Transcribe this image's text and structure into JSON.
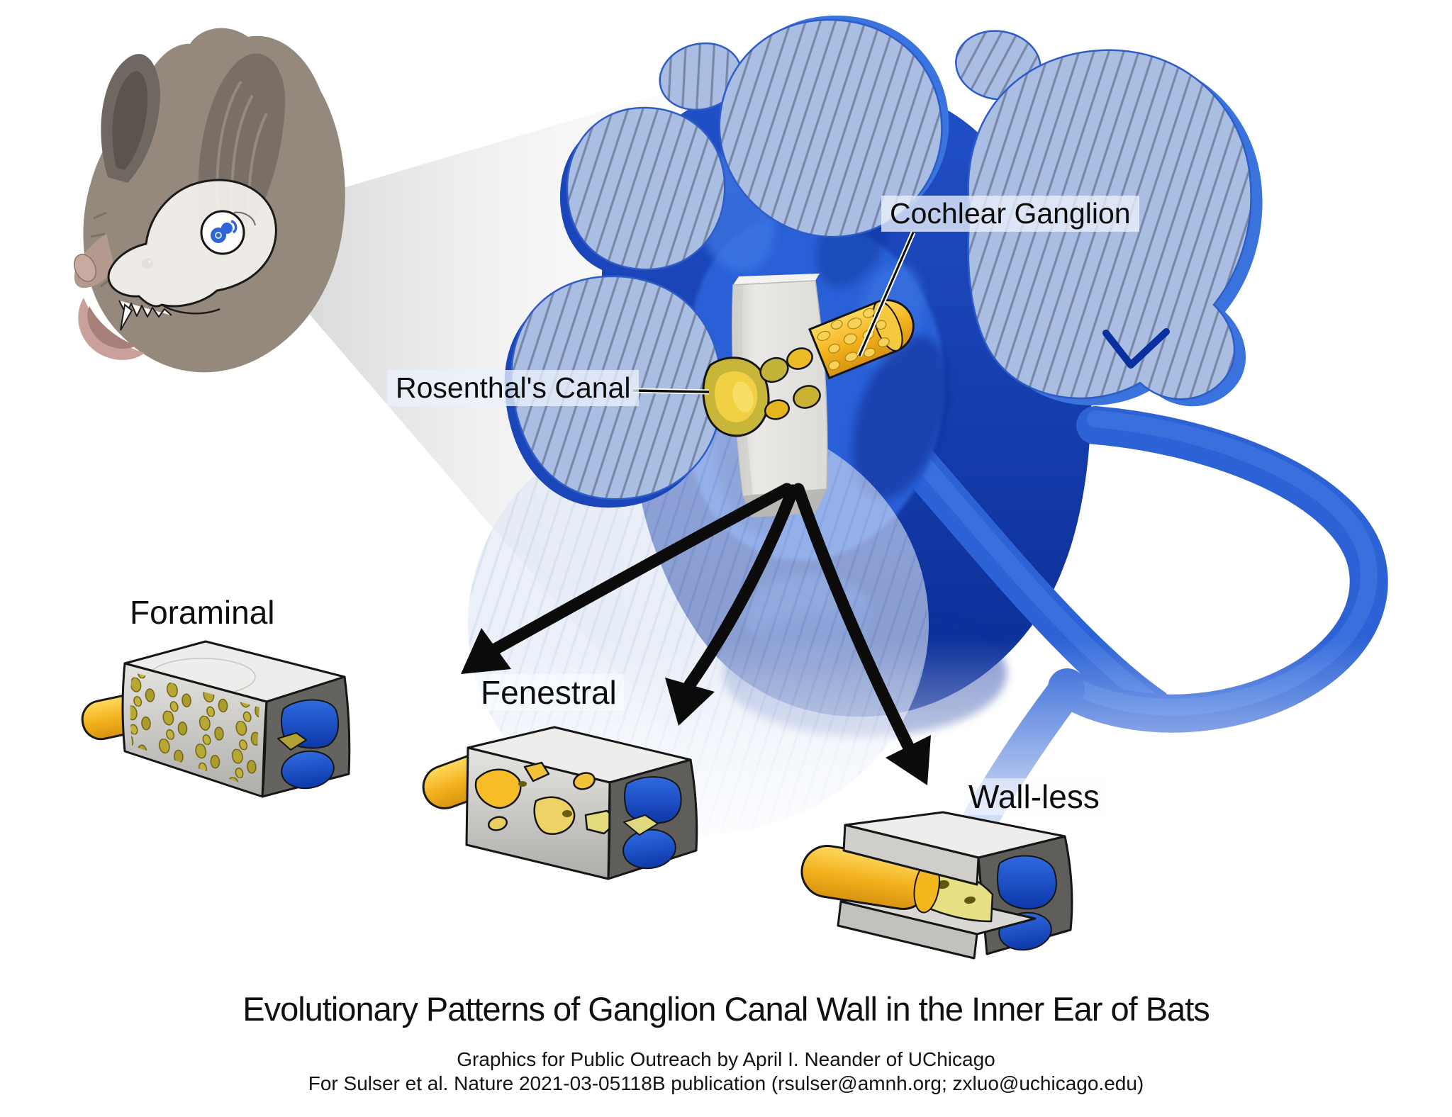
{
  "figure": {
    "title": "Evolutionary Patterns of Ganglion Canal Wall in the Inner Ear of Bats",
    "credits": {
      "line1": "Graphics for Public Outreach by April I. Neander of UChicago",
      "line2": "For Sulser et al. Nature 2021-03-05118B publication (rsulser@amnh.org; zxluo@uchicago.edu)"
    },
    "anatomy_labels": {
      "cochlear_ganglion": "Cochlear Ganglion",
      "rosenthals_canal": "Rosenthal's Canal"
    },
    "canal_wall_types": [
      {
        "name": "Foraminal"
      },
      {
        "name": "Fenestral"
      },
      {
        "name": "Wall-less"
      }
    ],
    "colors": {
      "inner_ear_blue": "#2a5fd6",
      "cross_section_hatched_blue": "#aabfe2",
      "hatch_line_blue": "#7a88a8",
      "deep_blue": "#0c2f9f",
      "nerve_yellow": "#f5bd24",
      "ganglion_olive": "#bfae35",
      "bone_gray": "#ececea",
      "cut_face_gray": "#636360",
      "text_black": "#111111",
      "background": "#ffffff"
    }
  }
}
